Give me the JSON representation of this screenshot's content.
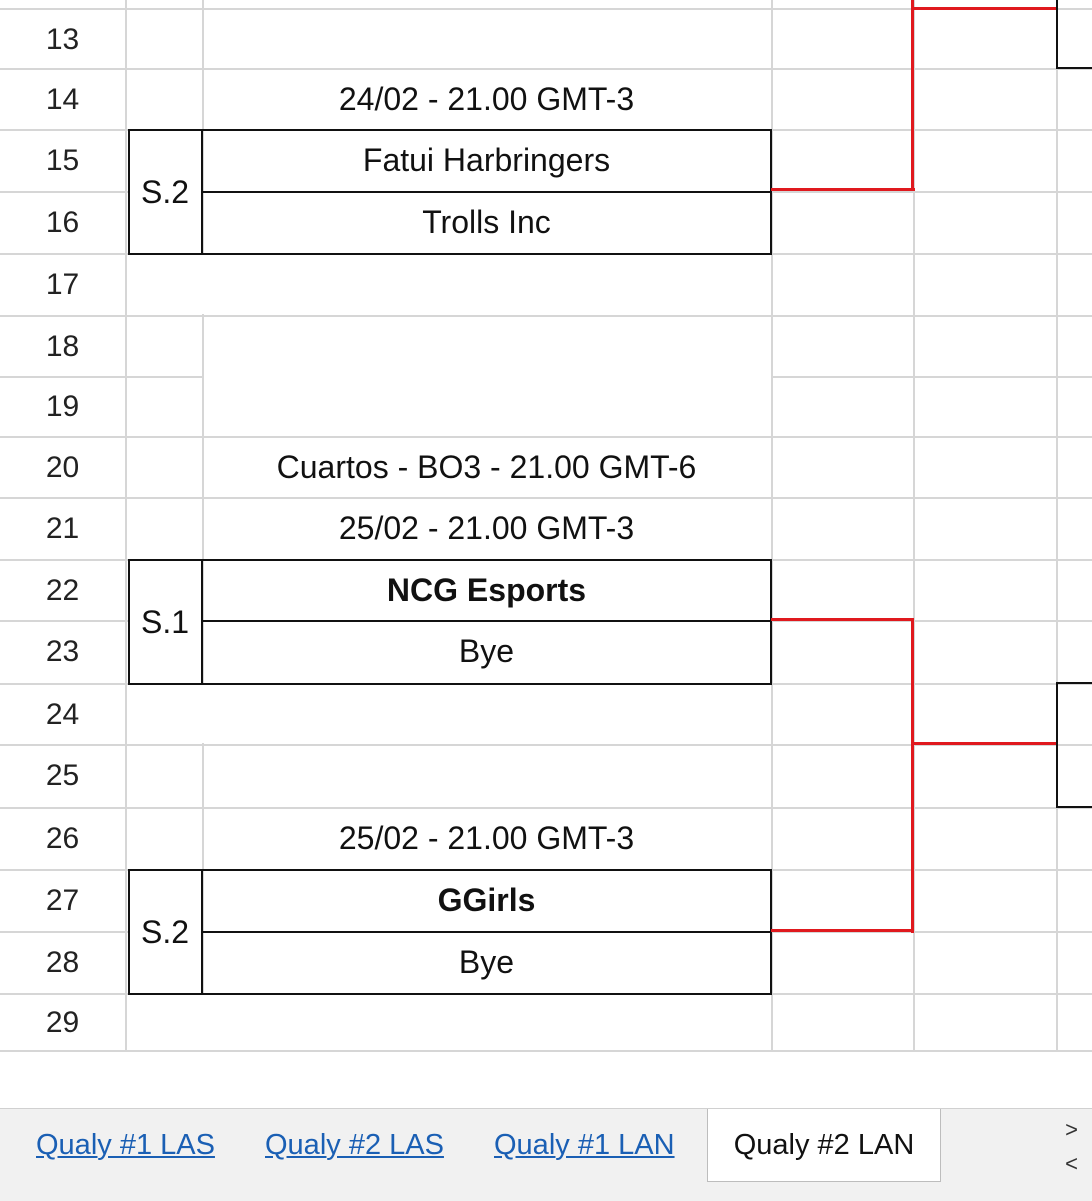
{
  "rows": [
    "13",
    "14",
    "15",
    "16",
    "17",
    "18",
    "19",
    "20",
    "21",
    "22",
    "23",
    "24",
    "25",
    "26",
    "27",
    "28",
    "29"
  ],
  "matches": {
    "m1": {
      "date": "24/02 - 21.00 GMT-3",
      "seed": "S.2",
      "team1": "Fatui Harbringers",
      "team2": "Trolls Inc"
    },
    "round_header": "Cuartos - BO3 - 21.00 GMT-6",
    "m2": {
      "date": "25/02 - 21.00 GMT-3",
      "seed": "S.1",
      "team1": "NCG Esports",
      "team2": "Bye"
    },
    "m3": {
      "date": "25/02 - 21.00 GMT-3",
      "seed": "S.2",
      "team1": "GGirls",
      "team2": "Bye"
    }
  },
  "tabs": [
    {
      "label": "Qualy #1 LAS",
      "active": false
    },
    {
      "label": "Qualy #2 LAS",
      "active": false
    },
    {
      "label": "Qualy #1 LAN",
      "active": false
    },
    {
      "label": "Qualy #2 LAN",
      "active": true
    }
  ],
  "scroll": {
    "next": ">",
    "prev": "<"
  },
  "colors": {
    "bracket_line": "#e0191e",
    "link": "#1a5fb4",
    "grid": "#d6d6d6"
  }
}
